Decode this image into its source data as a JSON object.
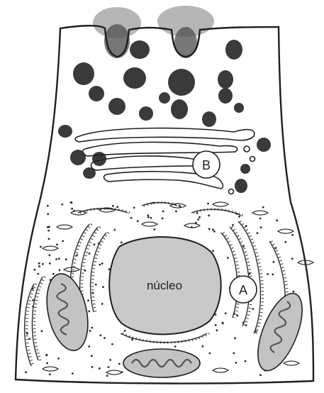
{
  "diagram": {
    "labels": {
      "nucleus": "núcleo",
      "a": "A",
      "b": "B"
    },
    "colors": {
      "outline": "#1f1f1f",
      "granule": "#3a3a3a",
      "nucleus_fill": "#c9c9c9",
      "mito_fill": "#bdbdbd",
      "secretion": "#6a6a6a",
      "ribosome": "#2b2b2b"
    }
  }
}
